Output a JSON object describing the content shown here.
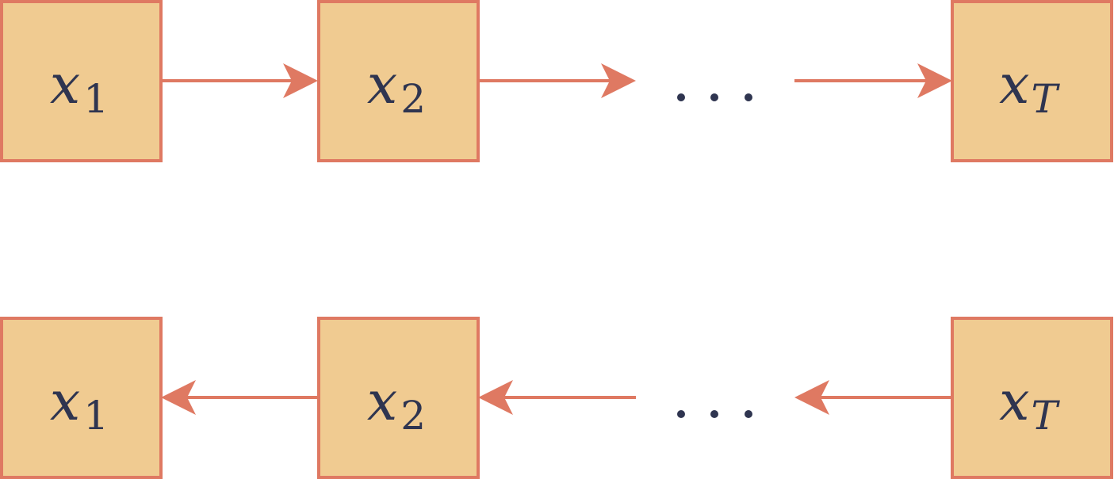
{
  "colors": {
    "node_fill": "#f0cb91",
    "node_stroke": "#df7962",
    "arrow": "#df7962",
    "text": "#2f3550"
  },
  "rows": [
    {
      "direction": "forward",
      "nodes": [
        {
          "var": "x",
          "sub": "1"
        },
        {
          "var": "x",
          "sub": "2"
        },
        {
          "var": "x",
          "sub": "T"
        }
      ]
    },
    {
      "direction": "backward",
      "nodes": [
        {
          "var": "x",
          "sub": "1"
        },
        {
          "var": "x",
          "sub": "2"
        },
        {
          "var": "x",
          "sub": "T"
        }
      ]
    }
  ]
}
